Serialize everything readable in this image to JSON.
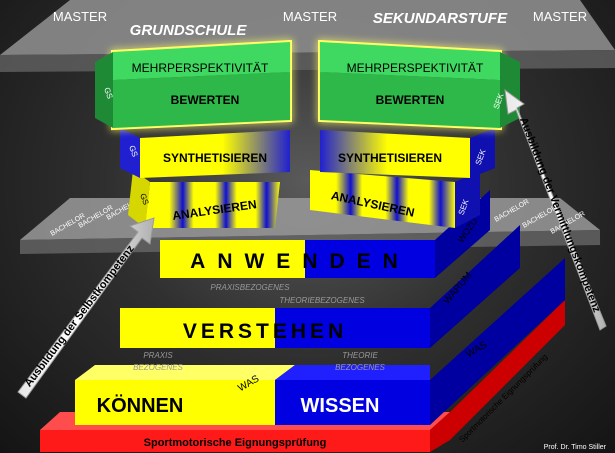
{
  "header": {
    "master_left": "MASTER",
    "master_center": "MASTER",
    "master_right": "MASTER",
    "grundschule": "GRUNDSCHULE",
    "sekundarstufe": "SEKUNDARSTUFE"
  },
  "gs_column": {
    "mehrperspektivitaet": "MEHRPERSPEKTIVITÄT",
    "bewerten": "BEWERTEN",
    "synthetisieren": "SYNTHETISIEREN",
    "analysieren": "ANALYSIEREN",
    "tag": "GS"
  },
  "sek_column": {
    "mehrperspektivitaet": "MEHRPERSPEKTIVITÄT",
    "bewerten": "BEWERTEN",
    "synthetisieren": "SYNTHETISIEREN",
    "analysieren": "ANALYSIEREN",
    "tag": "SEK"
  },
  "bachelor_label": "BACHELOR",
  "anwenden": {
    "label": "ANWENDEN",
    "side": "WOZU"
  },
  "bezogen": {
    "praxis": "PRAXISBEZOGENES",
    "theorie": "THEORIEBEZOGENES"
  },
  "verstehen": {
    "label": "VERSTEHEN",
    "side": "WARUM"
  },
  "koennen": {
    "label": "KÖNNEN",
    "side": "WAS",
    "note_line1": "PRAXIS",
    "note_line2": "BEZOGENES"
  },
  "wissen": {
    "label": "WISSEN",
    "side": "WAS",
    "note_line1": "THEORIE",
    "note_line2": "BEZOGENES"
  },
  "base": {
    "label": "Sportmotorische Eignungsprüfung"
  },
  "arrows": {
    "left": "Ausbildung der Selbstkompetenz",
    "right": "Ausbildung der Vermittlungskompetenz"
  },
  "credit": "Prof. Dr. Timo Stiller",
  "colors": {
    "yellow": "#ffff00",
    "blue": "#0000e0",
    "green": "#2fb84a",
    "red": "#ff1a1a",
    "glow": "#ffff66"
  }
}
